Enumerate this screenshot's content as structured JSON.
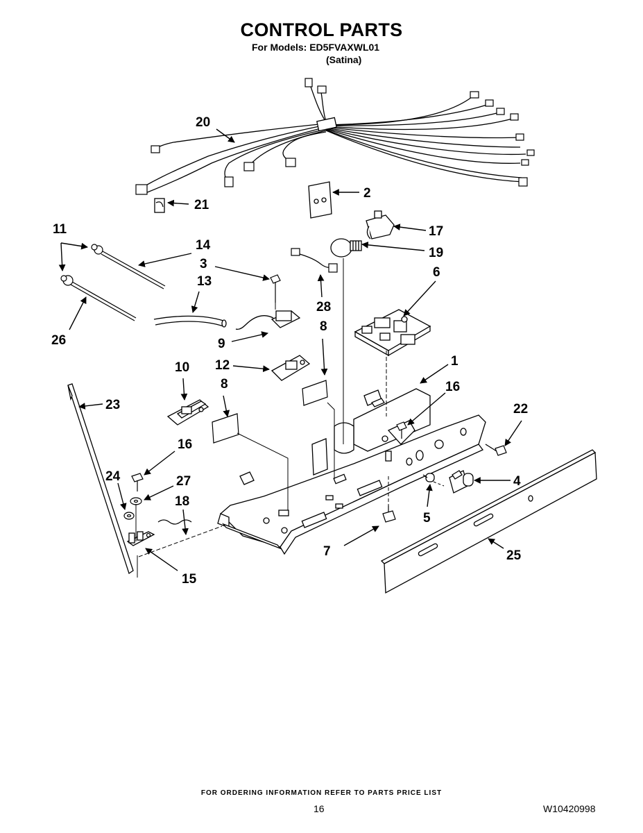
{
  "header": {
    "title": "CONTROL PARTS",
    "models": "For Models: ED5FVAXWL01",
    "variant": "(Satina)"
  },
  "callouts": [
    {
      "id": "c20",
      "text": "20"
    },
    {
      "id": "c2",
      "text": "2"
    },
    {
      "id": "c21",
      "text": "21"
    },
    {
      "id": "c11",
      "text": "11"
    },
    {
      "id": "c14",
      "text": "14"
    },
    {
      "id": "c3",
      "text": "3"
    },
    {
      "id": "c17",
      "text": "17"
    },
    {
      "id": "c19",
      "text": "19"
    },
    {
      "id": "c13",
      "text": "13"
    },
    {
      "id": "c6",
      "text": "6"
    },
    {
      "id": "c28",
      "text": "28"
    },
    {
      "id": "c26",
      "text": "26"
    },
    {
      "id": "c8a",
      "text": "8"
    },
    {
      "id": "c9",
      "text": "9"
    },
    {
      "id": "c10",
      "text": "10"
    },
    {
      "id": "c12",
      "text": "12"
    },
    {
      "id": "c1",
      "text": "1"
    },
    {
      "id": "c8b",
      "text": "8"
    },
    {
      "id": "c16a",
      "text": "16"
    },
    {
      "id": "c23",
      "text": "23"
    },
    {
      "id": "c22",
      "text": "22"
    },
    {
      "id": "c16b",
      "text": "16"
    },
    {
      "id": "c24",
      "text": "24"
    },
    {
      "id": "c27",
      "text": "27"
    },
    {
      "id": "c4",
      "text": "4"
    },
    {
      "id": "c18",
      "text": "18"
    },
    {
      "id": "c5",
      "text": "5"
    },
    {
      "id": "c7",
      "text": "7"
    },
    {
      "id": "c25",
      "text": "25"
    },
    {
      "id": "c15",
      "text": "15"
    }
  ],
  "footer": {
    "note": "FOR ORDERING INFORMATION REFER TO PARTS PRICE LIST",
    "page": "16",
    "doc": "W10420998"
  }
}
